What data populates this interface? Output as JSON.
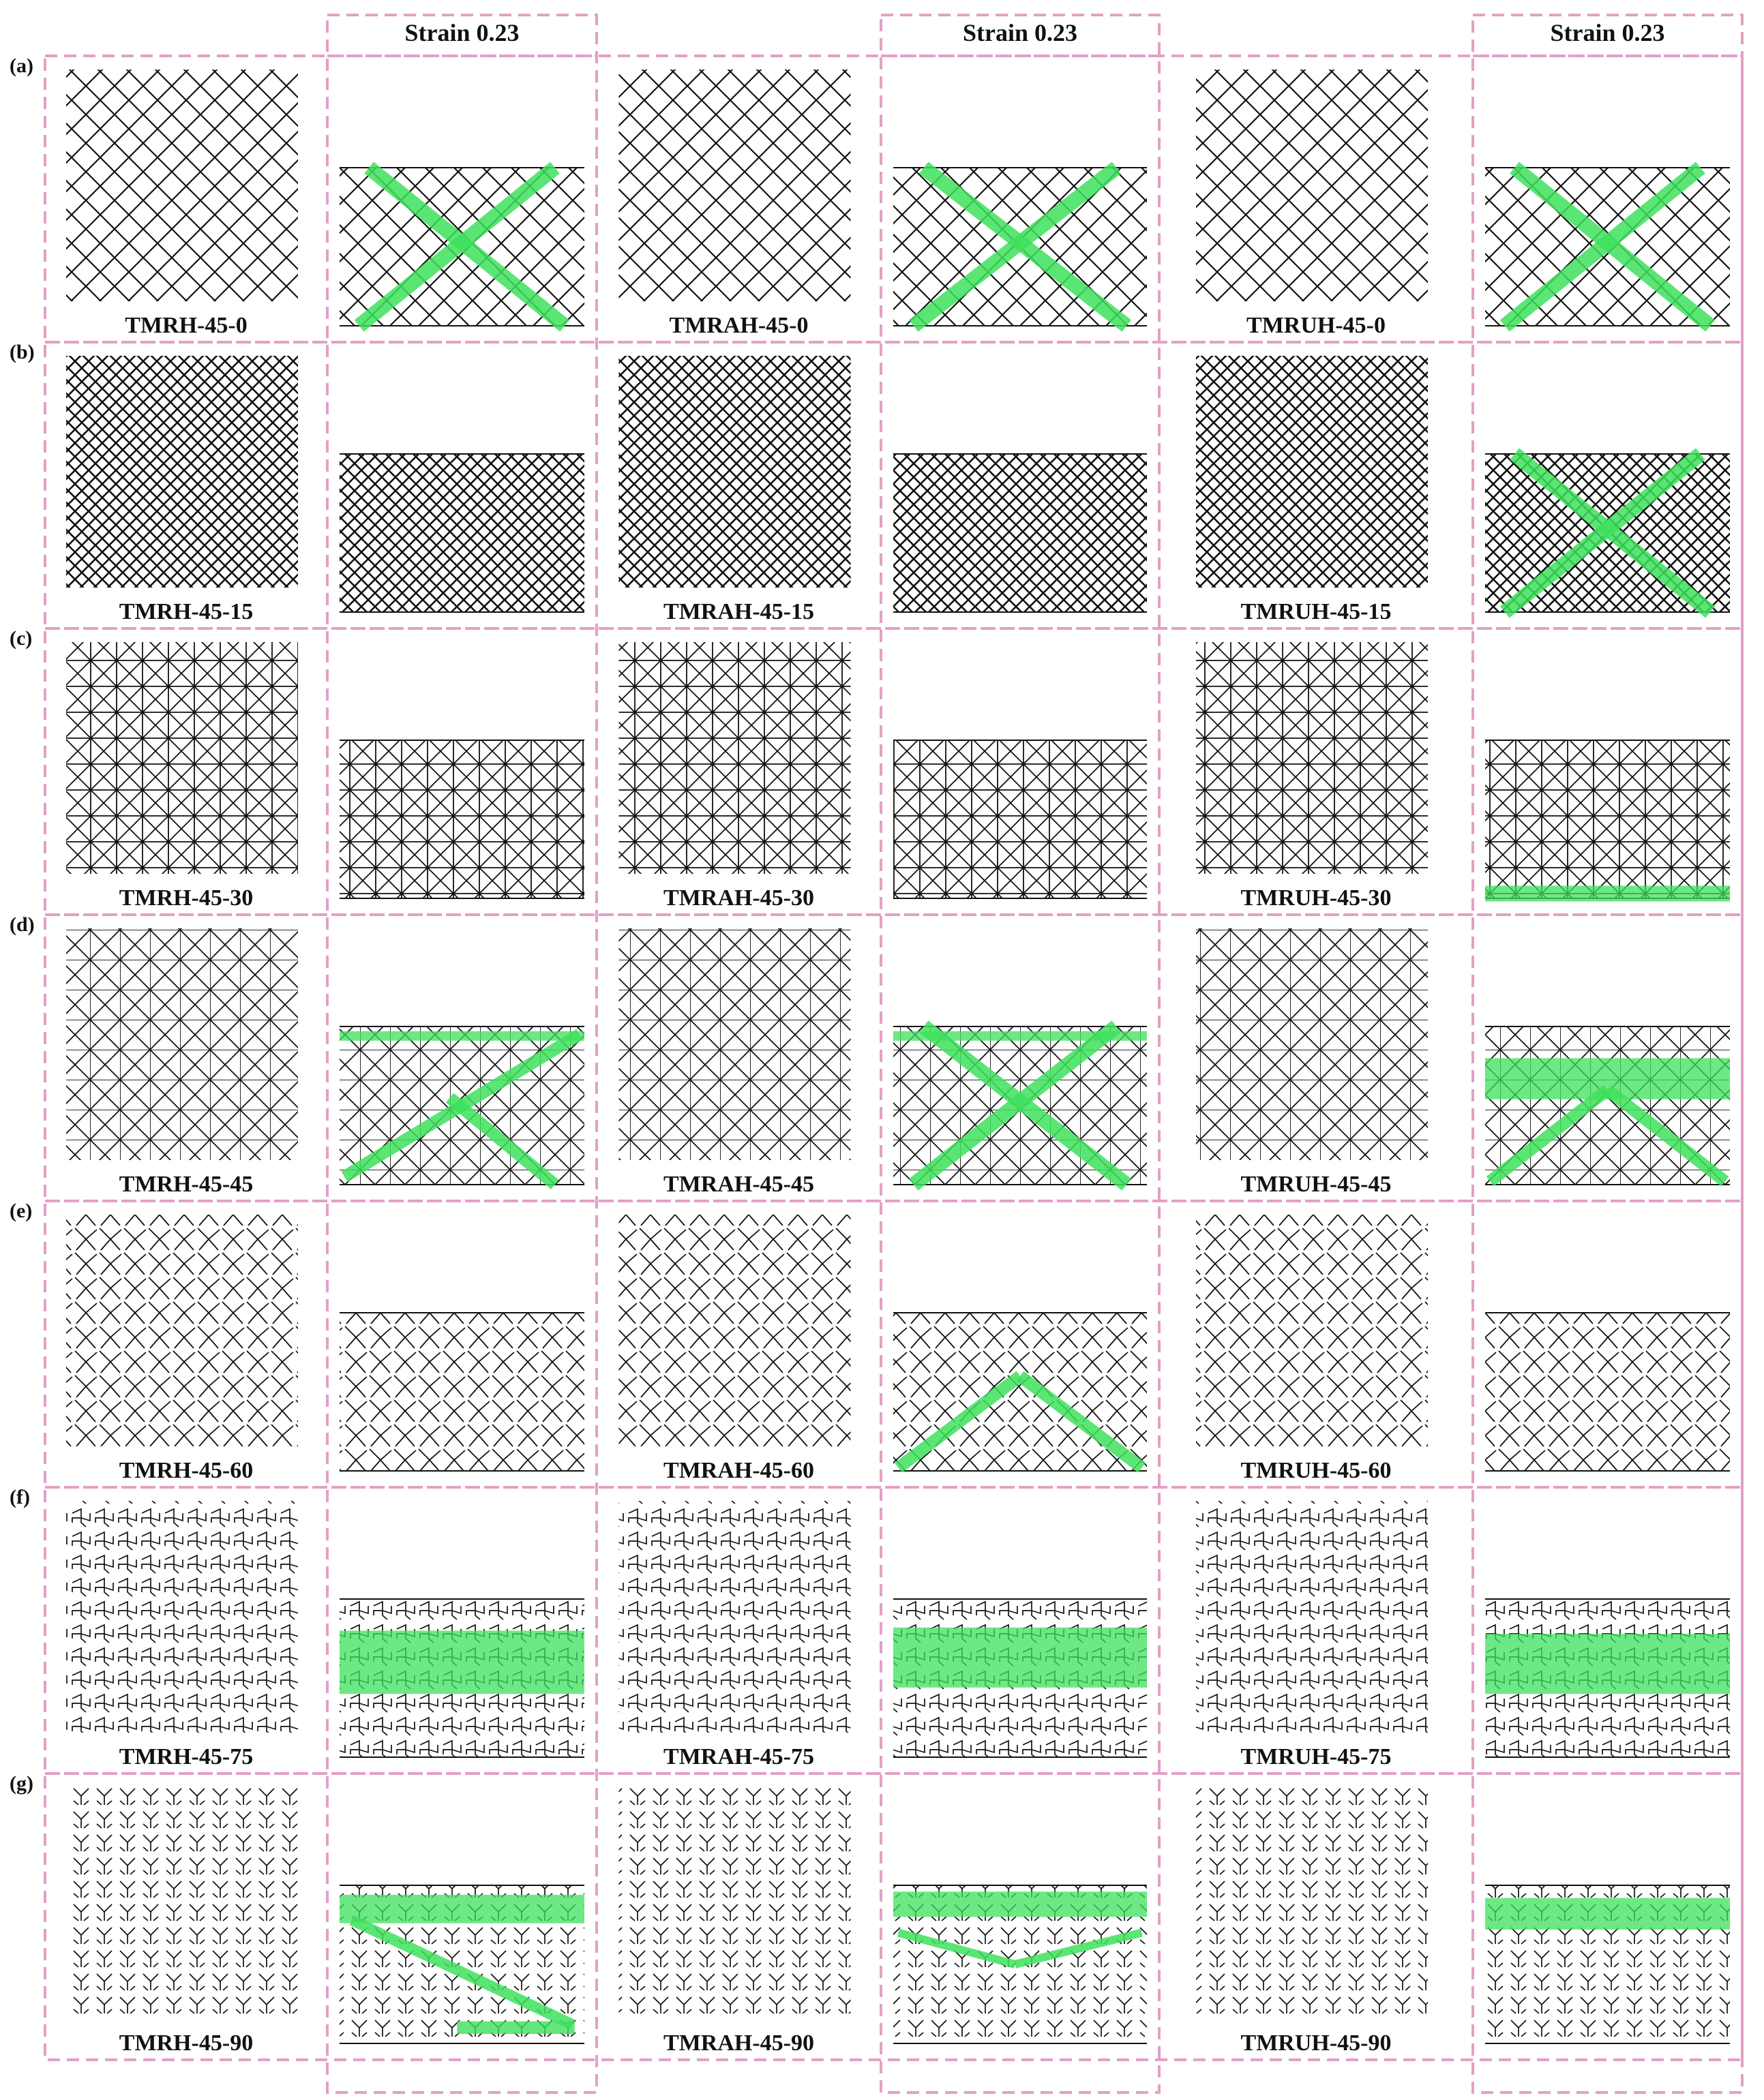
{
  "strain_headers": [
    "Strain 0.23",
    "Strain 0.23",
    "Strain 0.23"
  ],
  "colors": {
    "frame": "#e3a0c6",
    "band": "#3ee05c",
    "lattice": "#111111",
    "background": "#ffffff"
  },
  "rows": [
    {
      "letter": "(a)",
      "labels": [
        "TMRH-45-0",
        "TMRAH-45-0",
        "TMRUH-45-0"
      ],
      "bands": [
        [
          {
            "kind": "x"
          }
        ],
        [
          {
            "kind": "x"
          }
        ],
        [
          {
            "kind": "x"
          }
        ]
      ]
    },
    {
      "letter": "(b)",
      "labels": [
        "TMRH-45-15",
        "TMRAH-45-15",
        "TMRUH-45-15"
      ],
      "bands": [
        [],
        [],
        [
          {
            "kind": "x"
          }
        ]
      ]
    },
    {
      "letter": "(c)",
      "labels": [
        "TMRH-45-30",
        "TMRAH-45-30",
        "TMRUH-45-30"
      ],
      "bands": [
        [],
        [],
        [
          {
            "kind": "h",
            "level": 0.92,
            "thickness": 0.1
          }
        ]
      ]
    },
    {
      "letter": "(d)",
      "labels": [
        "TMRH-45-45",
        "TMRAH-45-45",
        "TMRUH-45-45"
      ],
      "bands": [
        [
          {
            "kind": "h",
            "level": 0.03,
            "thickness": 0.06
          },
          {
            "kind": "diag-up"
          },
          {
            "kind": "half-down"
          }
        ],
        [
          {
            "kind": "h",
            "level": 0.03,
            "thickness": 0.06
          },
          {
            "kind": "x"
          }
        ],
        [
          {
            "kind": "h",
            "level": 0.2,
            "thickness": 0.26
          },
          {
            "kind": "v-inverted"
          }
        ]
      ]
    },
    {
      "letter": "(e)",
      "labels": [
        "TMRH-45-60",
        "TMRAH-45-60",
        "TMRUH-45-60"
      ],
      "bands": [
        [],
        [
          {
            "kind": "v-inverted"
          }
        ],
        []
      ]
    },
    {
      "letter": "(f)",
      "labels": [
        "TMRH-45-75",
        "TMRAH-45-75",
        "TMRUH-45-75"
      ],
      "bands": [
        [
          {
            "kind": "h",
            "level": 0.2,
            "thickness": 0.4
          }
        ],
        [
          {
            "kind": "h",
            "level": 0.18,
            "thickness": 0.38
          }
        ],
        [
          {
            "kind": "h",
            "level": 0.22,
            "thickness": 0.38
          }
        ]
      ]
    },
    {
      "letter": "(g)",
      "labels": [
        "TMRH-45-90",
        "TMRAH-45-90",
        "TMRUH-45-90"
      ],
      "bands": [
        [
          {
            "kind": "h",
            "level": 0.06,
            "thickness": 0.18
          },
          {
            "kind": "z"
          }
        ],
        [
          {
            "kind": "h",
            "level": 0.04,
            "thickness": 0.16
          },
          {
            "kind": "v-shallow"
          }
        ],
        [
          {
            "kind": "h",
            "level": 0.08,
            "thickness": 0.2
          }
        ]
      ]
    }
  ]
}
